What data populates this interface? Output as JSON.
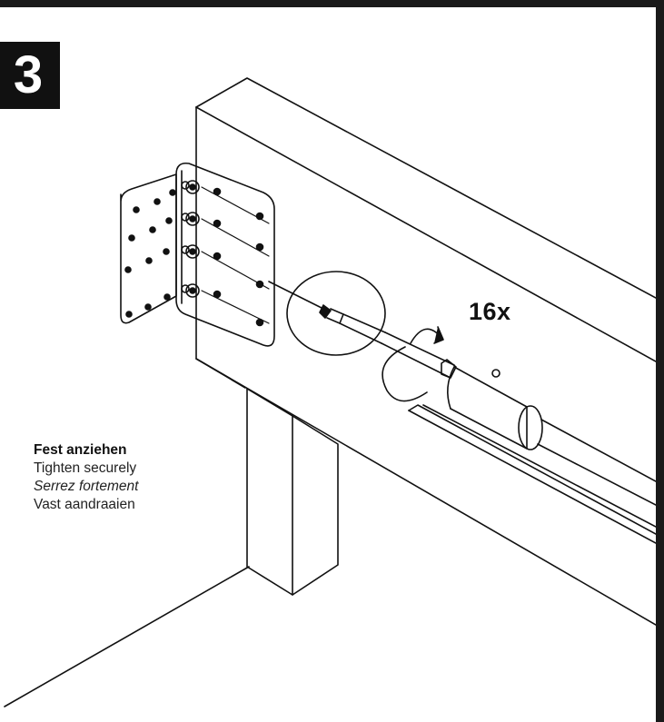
{
  "step": {
    "number": "3"
  },
  "quantity": {
    "label": "16x"
  },
  "instructions": {
    "de": "Fest anziehen",
    "en": "Tighten securely",
    "fr": "Serrez fortement",
    "nl": "Vast aandraaien"
  },
  "colors": {
    "ink": "#111111",
    "paper": "#ffffff",
    "frame": "#1a1a1a"
  },
  "icons": [
    "bracket-icon",
    "screw-icon",
    "screwdriver-icon",
    "rotation-arrow-icon"
  ]
}
